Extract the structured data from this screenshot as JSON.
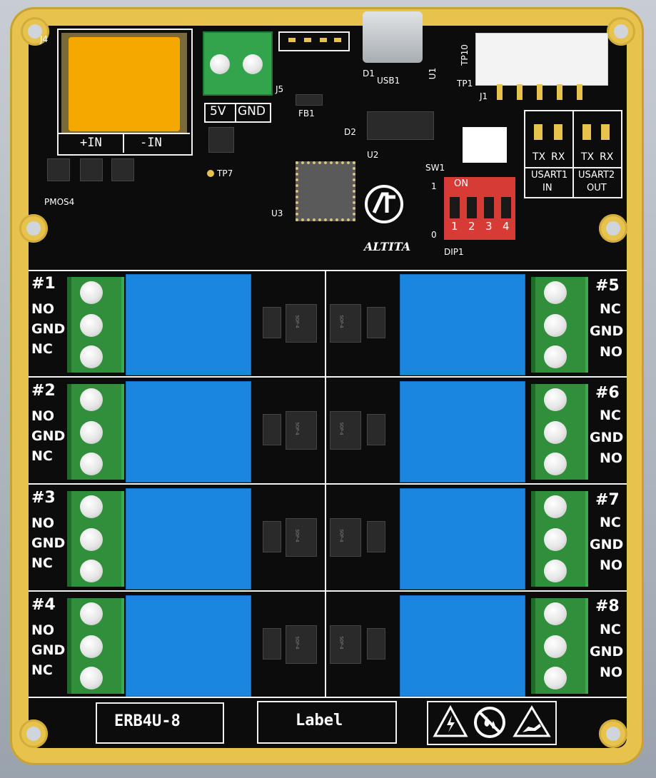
{
  "board": {
    "title_box": "ERB4U-8",
    "label_box": "Label",
    "brand": "ALTITA",
    "warning_icons": [
      "high-voltage-warning-icon",
      "no-water-icon",
      "esd-warning-icon"
    ]
  },
  "designators": {
    "j4": "J4",
    "j5": "J5",
    "j1": "J1",
    "d1": "D1",
    "d2": "D2",
    "u1": "U1",
    "u2": "U2",
    "u3": "U3",
    "usb1": "USB1",
    "fb1": "FB1",
    "tp1": "TP1",
    "tp7": "TP7",
    "tp10": "TP10",
    "sw1": "SW1",
    "pmos4": "PMOS4",
    "dip1": "DIP1"
  },
  "power_input": {
    "plus": "+IN",
    "minus": "-IN"
  },
  "j5_terminal": {
    "v5": "5V",
    "gnd": "GND"
  },
  "usart": {
    "tx": "TX",
    "rx": "RX",
    "usart1": "USART1",
    "usart1_dir": "IN",
    "usart2": "USART2",
    "usart2_dir": "OUT"
  },
  "dip": {
    "on": "ON",
    "one": "1",
    "zero": "0",
    "switches": [
      "1",
      "2",
      "3",
      "4"
    ]
  },
  "channels_left": [
    {
      "num": "#1",
      "top": "NO",
      "mid": "GND",
      "bot": "NC"
    },
    {
      "num": "#2",
      "top": "NO",
      "mid": "GND",
      "bot": "NC"
    },
    {
      "num": "#3",
      "top": "NO",
      "mid": "GND",
      "bot": "NC"
    },
    {
      "num": "#4",
      "top": "NO",
      "mid": "GND",
      "bot": "NC"
    }
  ],
  "channels_right": [
    {
      "num": "#5",
      "top": "NC",
      "mid": "GND",
      "bot": "NO"
    },
    {
      "num": "#6",
      "top": "NC",
      "mid": "GND",
      "bot": "NO"
    },
    {
      "num": "#7",
      "top": "NC",
      "mid": "GND",
      "bot": "NO"
    },
    {
      "num": "#8",
      "top": "NC",
      "mid": "GND",
      "bot": "NO"
    }
  ],
  "ic_marking": "SOP-4",
  "colors": {
    "board_gold": "#e7c24c",
    "soldermask": "#0c0c0c",
    "relay_blue": "#1a86e0",
    "terminal_green": "#2f8f3a",
    "barrel_orange": "#f5a800",
    "dip_red": "#d63b35"
  }
}
